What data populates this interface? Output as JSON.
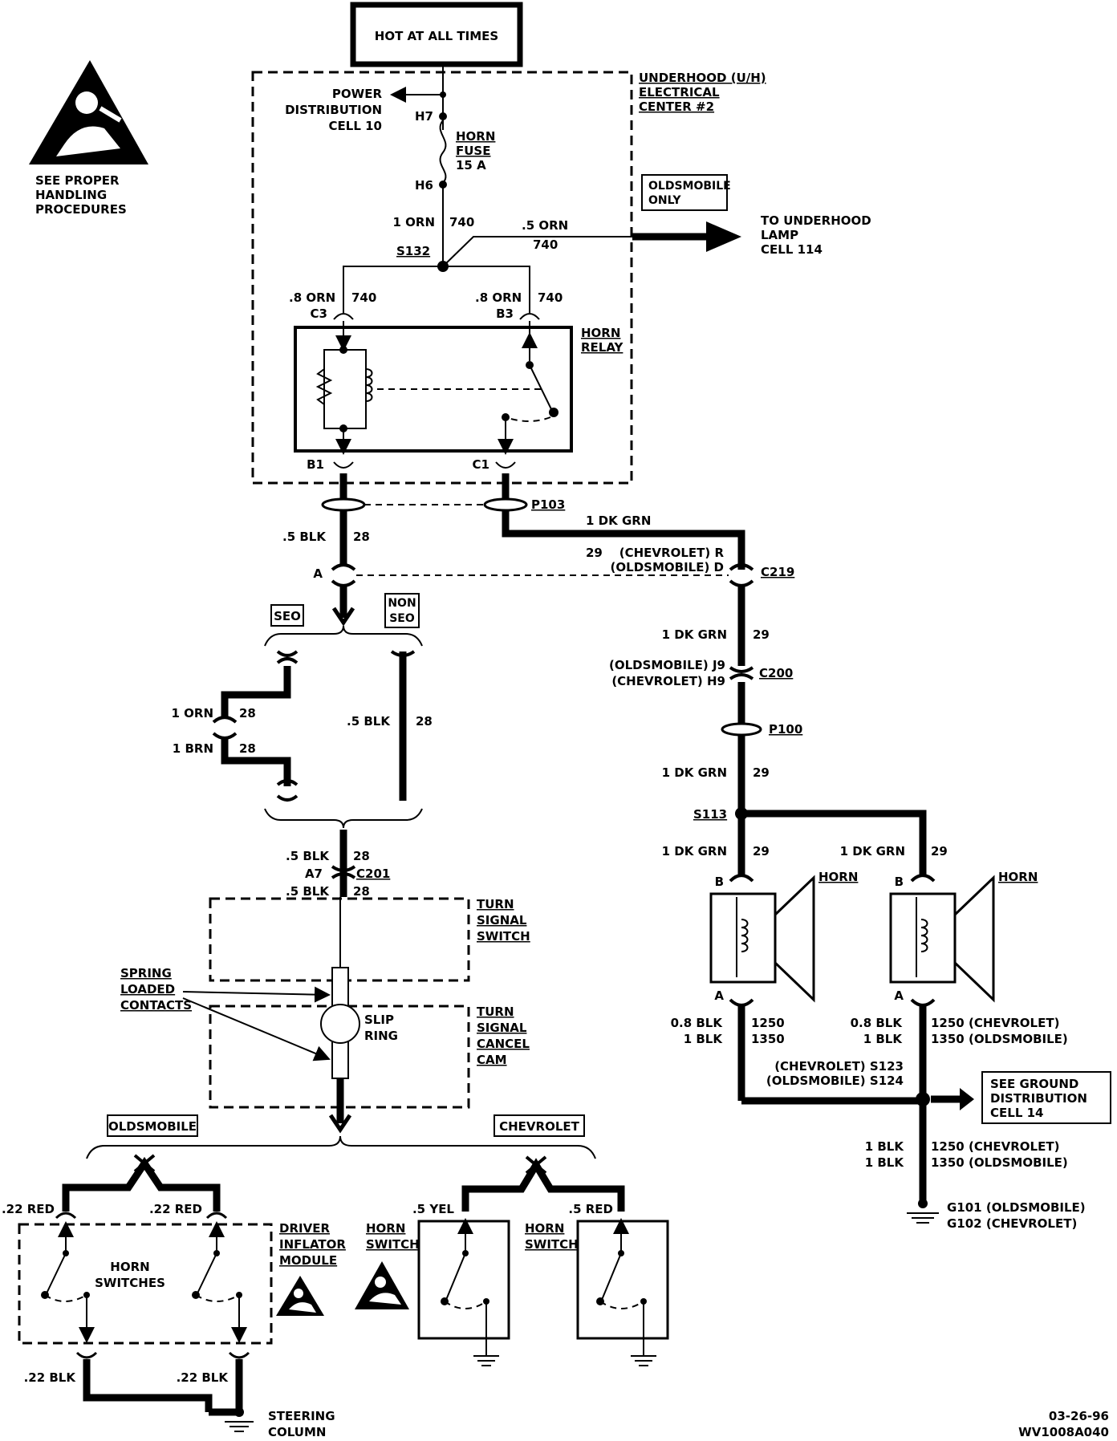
{
  "power_source": {
    "label": "HOT AT ALL TIMES"
  },
  "warning_top": {
    "lines": [
      "SEE PROPER",
      "HANDLING",
      "PROCEDURES"
    ],
    "icon": "airbag-warning-icon"
  },
  "uh_center": {
    "lines": [
      "UNDERHOOD (U/H)",
      "ELECTRICAL",
      "CENTER #2"
    ]
  },
  "power_distribution": {
    "lines": [
      "POWER",
      "DISTRIBUTION",
      "CELL 10"
    ]
  },
  "fuse": {
    "top_pin": "H7",
    "bottom_pin": "H6",
    "lines": [
      "HORN",
      "FUSE",
      "15 A"
    ]
  },
  "feed": {
    "size": "1 ORN",
    "circuit": "740"
  },
  "splice_s132": "S132",
  "lamp_branch": {
    "size": ".5 ORN",
    "circuit": "740",
    "note_lines": [
      "OLDSMOBILE",
      "ONLY"
    ],
    "dest_lines": [
      "TO UNDERHOOD",
      "LAMP",
      "CELL 114"
    ]
  },
  "relay": {
    "label_lines": [
      "HORN",
      "RELAY"
    ],
    "c3": {
      "pin": "C3",
      "size": ".8 ORN",
      "circuit": "740"
    },
    "b3": {
      "pin": "B3",
      "size": ".8 ORN",
      "circuit": "740"
    },
    "b1": "B1",
    "c1": "C1"
  },
  "p103": "P103",
  "dk_grn_top": "1 DK GRN",
  "c219": {
    "circuit": "29",
    "chev": "(CHEVROLET) R",
    "olds": "(OLDSMOBILE) D",
    "label": "C219"
  },
  "blk28_top": {
    "size": ".5 BLK",
    "circuit": "28",
    "pin": "A"
  },
  "seo": "SEO",
  "non_seo": [
    "NON",
    "SEO"
  ],
  "seo_branch": {
    "orn": "1 ORN",
    "orn_c": "28",
    "brn": "1 BRN",
    "brn_c": "28"
  },
  "non_seo_branch": {
    "size": ".5 BLK",
    "circuit": "28"
  },
  "c201": {
    "top_size": ".5 BLK",
    "top_c": "28",
    "pin": "A7",
    "label": "C201",
    "bot_size": ".5 BLK",
    "bot_c": "28"
  },
  "turn_signal_switch": [
    "TURN",
    "SIGNAL",
    "SWITCH"
  ],
  "spring_contacts": [
    "SPRING",
    "LOADED",
    "CONTACTS"
  ],
  "slip_ring": [
    "SLIP",
    "RING"
  ],
  "cancel_cam": [
    "TURN",
    "SIGNAL",
    "CANCEL",
    "CAM"
  ],
  "olds_label": "OLDSMOBILE",
  "chev_label": "CHEVROLET",
  "olds_switches": {
    "left_wire": ".22 RED",
    "right_wire": ".22 RED",
    "inside": [
      "HORN",
      "SWITCHES"
    ],
    "module": [
      "DRIVER",
      "INFLATOR",
      "MODULE"
    ],
    "left_gnd": ".22 BLK",
    "right_gnd": ".22 BLK",
    "ground_label": [
      "STEERING",
      "COLUMN"
    ]
  },
  "chev_switches": {
    "left_wire": ".5 YEL",
    "right_wire": ".5 RED",
    "left_label": [
      "HORN",
      "SWITCH"
    ],
    "right_label": [
      "HORN",
      "SWITCH"
    ]
  },
  "dk_grn_29_a": {
    "size": "1 DK GRN",
    "circuit": "29"
  },
  "c200": {
    "olds": "(OLDSMOBILE) J9",
    "chev": "(CHEVROLET) H9",
    "label": "C200"
  },
  "p100": "P100",
  "dk_grn_29_b": {
    "size": "1 DK GRN",
    "circuit": "29"
  },
  "s113": "S113",
  "horn_left": {
    "size": "1 DK GRN",
    "circuit": "29",
    "pin_top": "B",
    "pin_bot": "A",
    "label": "HORN",
    "gnd_size1": "0.8 BLK",
    "gnd_c1": "1250",
    "gnd_size2": "1 BLK",
    "gnd_c2": "1350"
  },
  "horn_right": {
    "size": "1 DK GRN",
    "circuit": "29",
    "pin_top": "B",
    "pin_bot": "A",
    "label": "HORN",
    "gnd_size1": "0.8 BLK",
    "gnd_c1": "1250 (CHEVROLET)",
    "gnd_size2": "1 BLK",
    "gnd_c2": "1350 (OLDSMOBILE)"
  },
  "ground_splice": {
    "chev": "(CHEVROLET) S123",
    "olds": "(OLDSMOBILE) S124"
  },
  "ground_dist": [
    "SEE GROUND",
    "DISTRIBUTION",
    "CELL 14"
  ],
  "ground_run": {
    "size1": "1 BLK",
    "c1": "1250 (CHEVROLET)",
    "size2": "1 BLK",
    "c2": "1350 (OLDSMOBILE)"
  },
  "grounds": {
    "olds": "G101 (OLDSMOBILE)",
    "chev": "G102 (CHEVROLET)"
  },
  "footer": {
    "date": "03-26-96",
    "code": "WV1008A040"
  }
}
